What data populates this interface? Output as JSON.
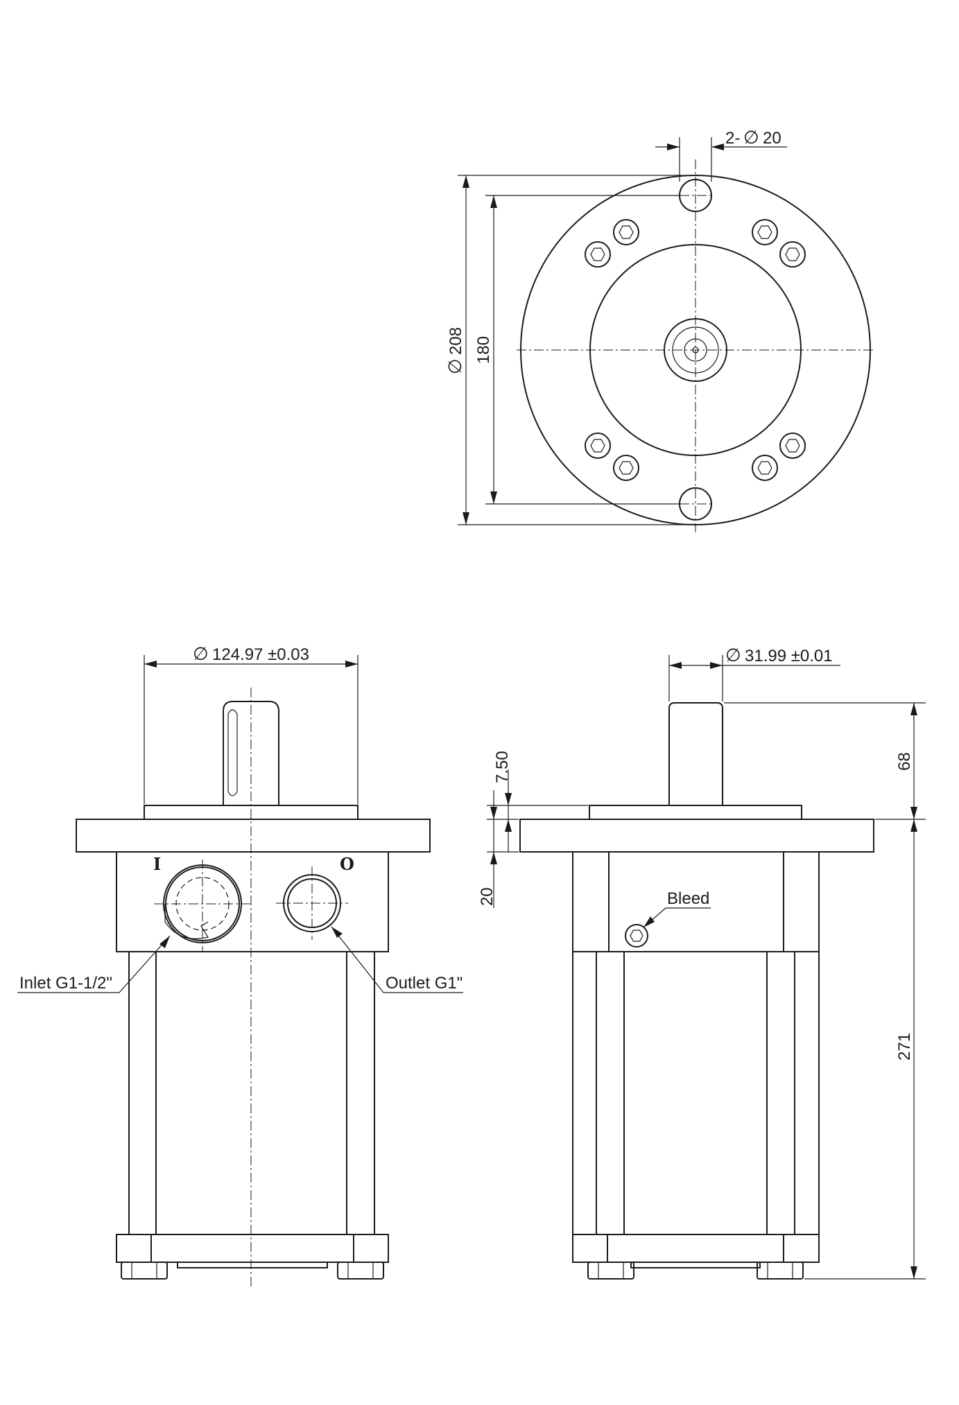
{
  "dimensions": {
    "holes": "2-",
    "holes_dia": "20",
    "flange_dia": "208",
    "bolt_pitch": "180",
    "pilot_dia": "124.97 ±0.03",
    "shaft_dia": "31.99 ±0.01",
    "pilot_height": "7.50",
    "flange_thickness": "20",
    "shaft_length": "68",
    "body_length": "271"
  },
  "symbols": {
    "diameter": "∅"
  },
  "labels": {
    "inlet": "Inlet G1-1/2\"",
    "outlet": "Outlet G1\"",
    "bleed": "Bleed",
    "mark_in": "I",
    "mark_out": "O"
  }
}
